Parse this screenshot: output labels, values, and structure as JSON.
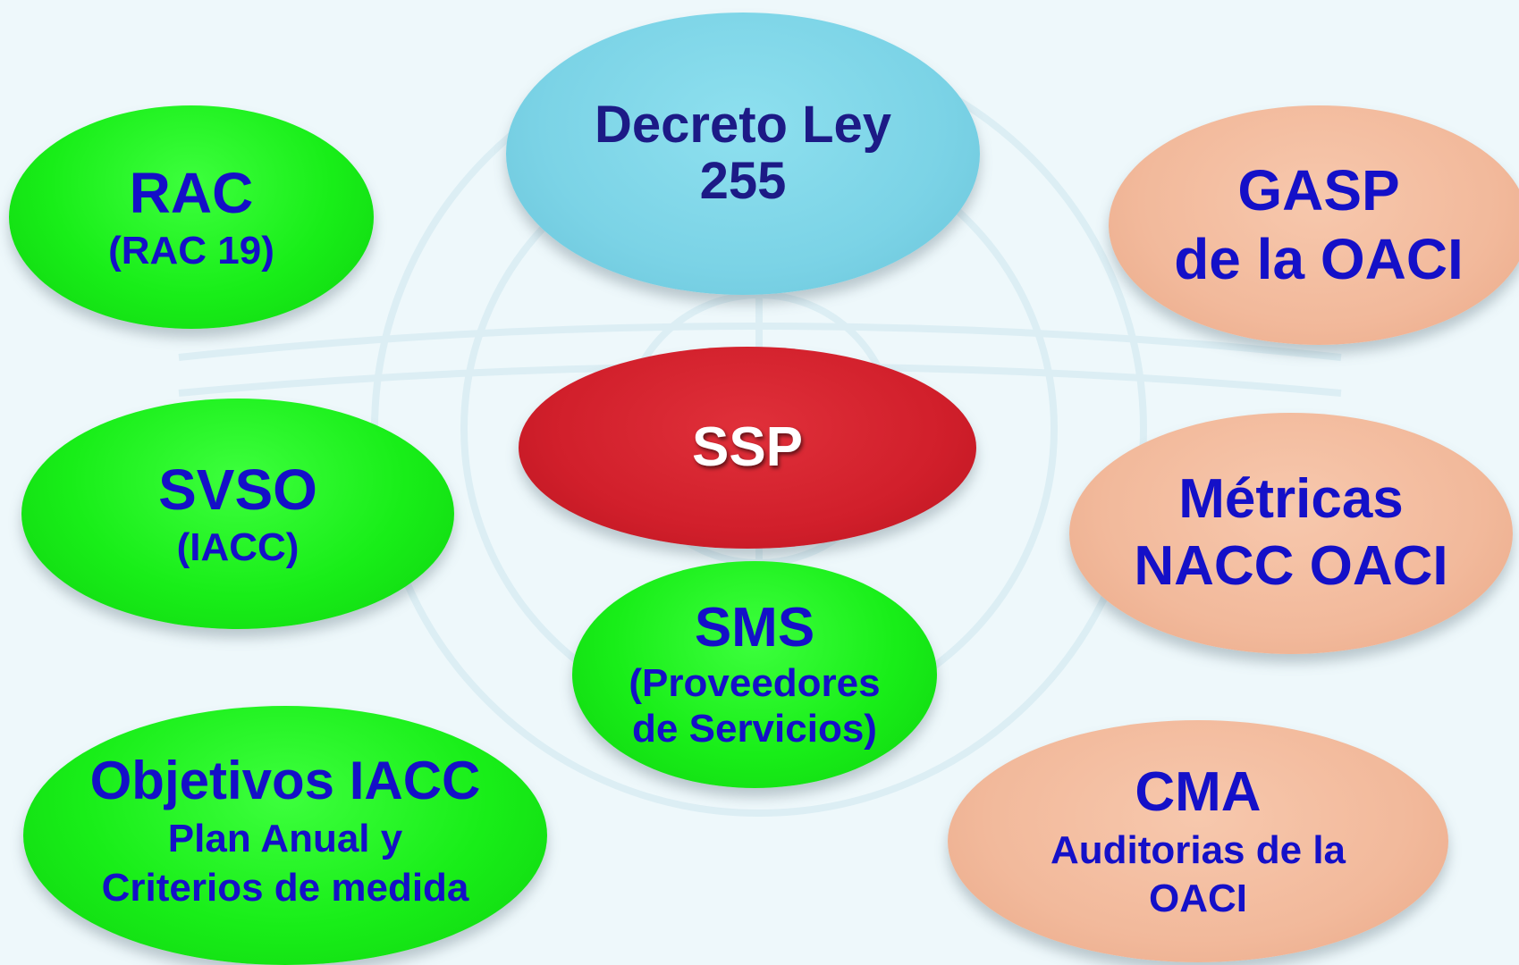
{
  "bubbles": {
    "decreto": {
      "lines": [
        "Decreto Ley",
        "255"
      ]
    },
    "rac": {
      "title": "RAC",
      "sub": "(RAC 19)"
    },
    "gasp": {
      "lines": [
        "GASP",
        "de la OACI"
      ]
    },
    "ssp": {
      "title": "SSP"
    },
    "svso": {
      "title": "SVSO",
      "sub": "(IACC)"
    },
    "metricas": {
      "lines": [
        "Métricas",
        "NACC OACI"
      ]
    },
    "sms": {
      "title": "SMS",
      "sub_lines": [
        "(Proveedores",
        "de Servicios)"
      ]
    },
    "objetivos": {
      "title": "Objetivos IACC",
      "sub_lines": [
        "Plan Anual y",
        "Criterios de medida"
      ]
    },
    "cma": {
      "title": "CMA",
      "sub_lines": [
        "Auditorias de la",
        "OACI"
      ]
    }
  },
  "colors": {
    "green": "#18ee18",
    "blue": "#7bd3e6",
    "red": "#d11f2b",
    "peach": "#f2b99b",
    "text_blue": "#1410c8",
    "text_dark_blue": "#1c1a86",
    "background": "#eef8fb"
  }
}
